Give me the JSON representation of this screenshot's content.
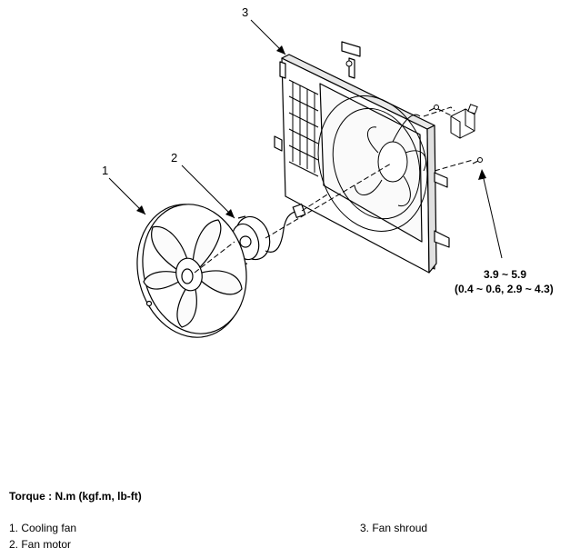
{
  "callouts": {
    "one": "1",
    "two": "2",
    "three": "3"
  },
  "torque_spec": {
    "value_nm": "3.9 ~ 5.9",
    "value_other": "(0.4 ~ 0.6, 2.9 ~ 4.3)"
  },
  "torque_title": "Torque : N.m (kgf.m, lb-ft)",
  "legend": [
    {
      "label": "1. Cooling fan"
    },
    {
      "label": "2. Fan motor"
    },
    {
      "label": "3. Fan shroud"
    }
  ]
}
